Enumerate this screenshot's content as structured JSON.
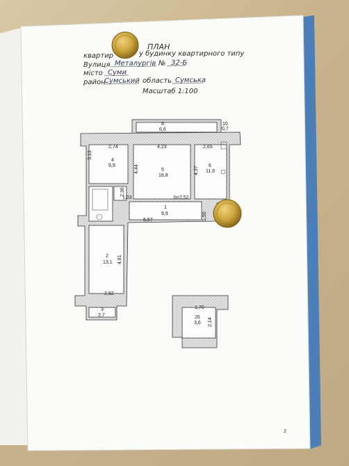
{
  "heading": {
    "plan": "ПЛАН",
    "line1_left": "квартир",
    "line1_right": "у будинку квартирного типу",
    "street_label": "Вулиця",
    "street_value": "Металургів",
    "number_label": "№",
    "number_value": "32-Б",
    "city_label": "місто",
    "city_value": "Суми",
    "district_label": "район",
    "district_value": "Сумський",
    "region_label": "область",
    "region_value": "Сумська",
    "scale": "Масштаб 1:100"
  },
  "rooms": [
    {
      "num": "8",
      "area": "6,6"
    },
    {
      "num": "10",
      "area": "0,7"
    },
    {
      "num": "4",
      "area": "9,9"
    },
    {
      "num": "5",
      "area": "18,8"
    },
    {
      "num": "6",
      "area": "11,6"
    },
    {
      "num": "1",
      "area": "9,9"
    },
    {
      "num": "2",
      "area": "13,1"
    },
    {
      "num": "3",
      "area": "2,7"
    },
    {
      "num": "26",
      "area": "3,6"
    }
  ],
  "dims": {
    "d1": "2,74",
    "d2": "4,23",
    "d3": "2,65",
    "d4": "3,13",
    "d5": "4,44",
    "d6": "4,37",
    "d7": "2,36",
    "d8": "1,03",
    "d9": "b=2,52",
    "d10": "1,50",
    "d11": "6,57",
    "d12": "4,81",
    "d13": "2,82",
    "d14": "1,70",
    "d15": "2,14"
  },
  "page_number": "2",
  "colors": {
    "paper": "#fbfbf8",
    "blue_cover": "#4c7fb8",
    "coin": "#c9a23a",
    "wall": "#d8d8d8"
  }
}
